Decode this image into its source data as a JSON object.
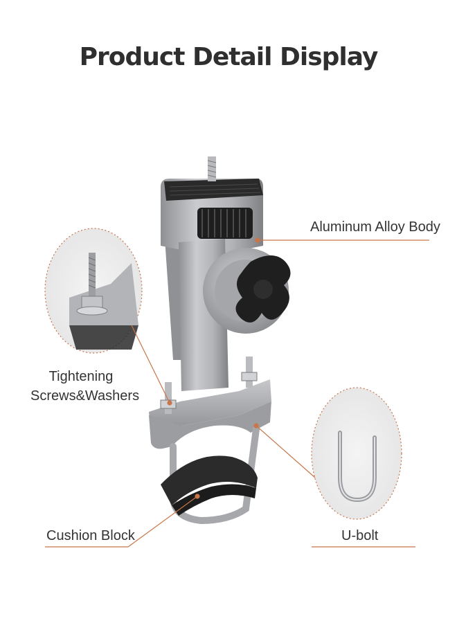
{
  "title": "Product Detail Display",
  "callouts": {
    "body": "Aluminum Alloy Body",
    "screws_line1": "Tightening",
    "screws_line2": "Screws&Washers",
    "cushion": "Cushion Block",
    "ubolt": "U-bolt"
  },
  "colors": {
    "accent": "#c8764a",
    "metal": "#a9abae",
    "rubber": "#2b2b2b",
    "text": "#333333"
  }
}
